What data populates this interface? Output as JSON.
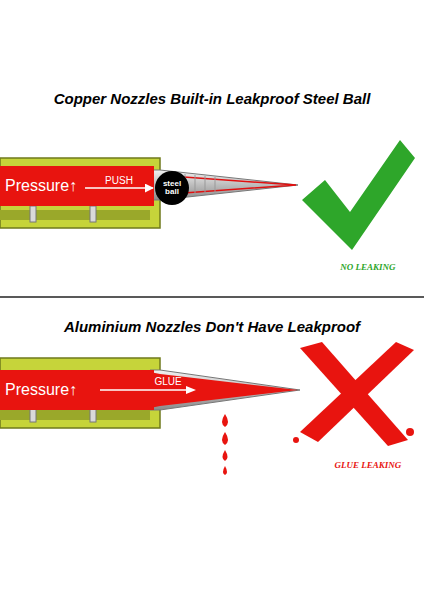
{
  "diagram": {
    "nodes": [
      {
        "text": [
          "Pressure↑"
        ]
      },
      {
        "text": [
          "steel ball"
        ]
      },
      {
        "text": [
          "Pressure↑"
        ]
      }
    ],
    "edges": [
      {
        "from": 0,
        "to": 1,
        "label": "PUSH",
        "arrow": "to"
      }
    ],
    "labels": [
      "Copper Nozzles Built-in Leakproof Steel Ball",
      "NO LEAKING",
      "Aluminium Nozzles Don't Have Leakproof",
      "GLUE",
      "GLUE LEAKING"
    ]
  }
}
